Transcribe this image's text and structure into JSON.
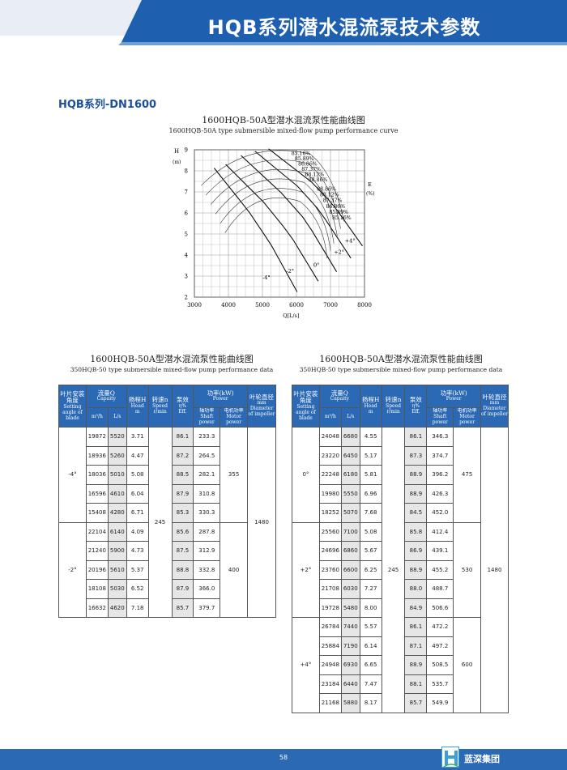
{
  "header": {
    "title": "HQB系列潜水混流泵技术参数"
  },
  "section": {
    "title": "HQB系列-DN1600"
  },
  "curve": {
    "title_cn": "1600HQB-50A型潜水混流泵性能曲线图",
    "title_en": "1600HQB-50A type submersible mixed-flow pump performance curve",
    "y_label": "H",
    "y_unit": "(m)",
    "x_label": "Q[L/s]",
    "e_label": "E",
    "e_unit": "(%)",
    "y_ticks": [
      "2",
      "3",
      "4",
      "5",
      "6",
      "7",
      "8",
      "9"
    ],
    "x_ticks": [
      "3000",
      "4000",
      "5000",
      "6000",
      "7000",
      "8000"
    ],
    "eff_labels": [
      "85.16%",
      "85.89%",
      "86.86%",
      "87.37%",
      "88.12%",
      "88.86%",
      "88.86%",
      "88.12%",
      "87.37%",
      "86.86%",
      "85.89%",
      "85.16%"
    ],
    "angle_labels": [
      "-4°",
      "-2°",
      "0°",
      "+2°",
      "+4°"
    ]
  },
  "left_table": {
    "title_cn": "1600HQB-50A型潜水混流泵性能曲线图",
    "title_en": "350HQB-50 type submersible mixed-flow pump performance data",
    "headers": {
      "angle_cn": "叶片安装角度",
      "angle_en": "Setting angle of blade",
      "flow_cn": "流量Q",
      "flow_en": "Capaity",
      "flow_u1": "m³/h",
      "flow_u2": "L/s",
      "head_cn": "扬程H",
      "head_en": "Head",
      "head_u": "m",
      "speed_cn": "转速n",
      "speed_en": "Speed",
      "speed_u": "r/min",
      "eff_cn": "泵效",
      "eff_en": "η%",
      "eff_u": "Eff.",
      "power_cn": "功率(kW)",
      "power_en": "Power",
      "shaft_cn": "轴功率",
      "shaft_en": "Shaft power",
      "motor_cn": "电机功率",
      "motor_en": "Motor power",
      "dia_cn": "叶轮直径",
      "dia_en": "mm",
      "dia_en2": "Diameter of impeller"
    },
    "groups": [
      {
        "angle": "-4°",
        "motor": "355",
        "rows": [
          [
            "19872",
            "5520",
            "3.71",
            "86.1",
            "233.3"
          ],
          [
            "18936",
            "5260",
            "4.47",
            "87.2",
            "264.5"
          ],
          [
            "18036",
            "5010",
            "5.08",
            "88.5",
            "282.1"
          ],
          [
            "16596",
            "4610",
            "6.04",
            "87.9",
            "310.8"
          ],
          [
            "15408",
            "4280",
            "6.71",
            "85.3",
            "330.3"
          ]
        ]
      },
      {
        "angle": "-2°",
        "motor": "400",
        "rows": [
          [
            "22104",
            "6140",
            "4.09",
            "85.6",
            "287.8"
          ],
          [
            "21240",
            "5900",
            "4.73",
            "87.5",
            "312.9"
          ],
          [
            "20196",
            "5610",
            "5.37",
            "88.8",
            "332.8"
          ],
          [
            "18108",
            "5030",
            "6.52",
            "87.9",
            "366.0"
          ],
          [
            "16632",
            "4620",
            "7.18",
            "85.7",
            "379.7"
          ]
        ]
      }
    ],
    "speed": "245",
    "diameter": "1480"
  },
  "right_table": {
    "title_cn": "1600HQB-50A型潜水混流泵性能曲线图",
    "title_en": "350HQB-50 type submersible mixed-flow pump performance data",
    "groups": [
      {
        "angle": "0°",
        "motor": "475",
        "rows": [
          [
            "24048",
            "6680",
            "4.55",
            "86.1",
            "346.3"
          ],
          [
            "23220",
            "6450",
            "5.17",
            "87.3",
            "374.7"
          ],
          [
            "22248",
            "6180",
            "5.81",
            "88.9",
            "396.2"
          ],
          [
            "19980",
            "5550",
            "6.96",
            "88.9",
            "426.3"
          ],
          [
            "18252",
            "5070",
            "7.68",
            "84.5",
            "452.0"
          ]
        ]
      },
      {
        "angle": "+2°",
        "motor": "530",
        "rows": [
          [
            "25560",
            "7100",
            "5.08",
            "85.8",
            "412.4"
          ],
          [
            "24696",
            "6860",
            "5.67",
            "86.9",
            "439.1"
          ],
          [
            "23760",
            "6600",
            "6.25",
            "88.9",
            "455.2"
          ],
          [
            "21708",
            "6030",
            "7.27",
            "88.0",
            "488.7"
          ],
          [
            "19728",
            "5480",
            "8.00",
            "84.9",
            "506.6"
          ]
        ]
      },
      {
        "angle": "+4°",
        "motor": "600",
        "rows": [
          [
            "26784",
            "7440",
            "5.57",
            "86.1",
            "472.2"
          ],
          [
            "25884",
            "7190",
            "6.14",
            "87.1",
            "497.2"
          ],
          [
            "24948",
            "6930",
            "6.65",
            "88.9",
            "508.5"
          ],
          [
            "23184",
            "6440",
            "7.47",
            "88.1",
            "535.7"
          ],
          [
            "21168",
            "5880",
            "8.17",
            "85.7",
            "549.9"
          ]
        ]
      }
    ],
    "speed": "245",
    "diameter": "1480"
  },
  "footer": {
    "page": "58",
    "brand": "蓝深集团"
  },
  "colors": {
    "brand_blue": "#2b69b4",
    "header_blue": "#1f5fb0"
  }
}
